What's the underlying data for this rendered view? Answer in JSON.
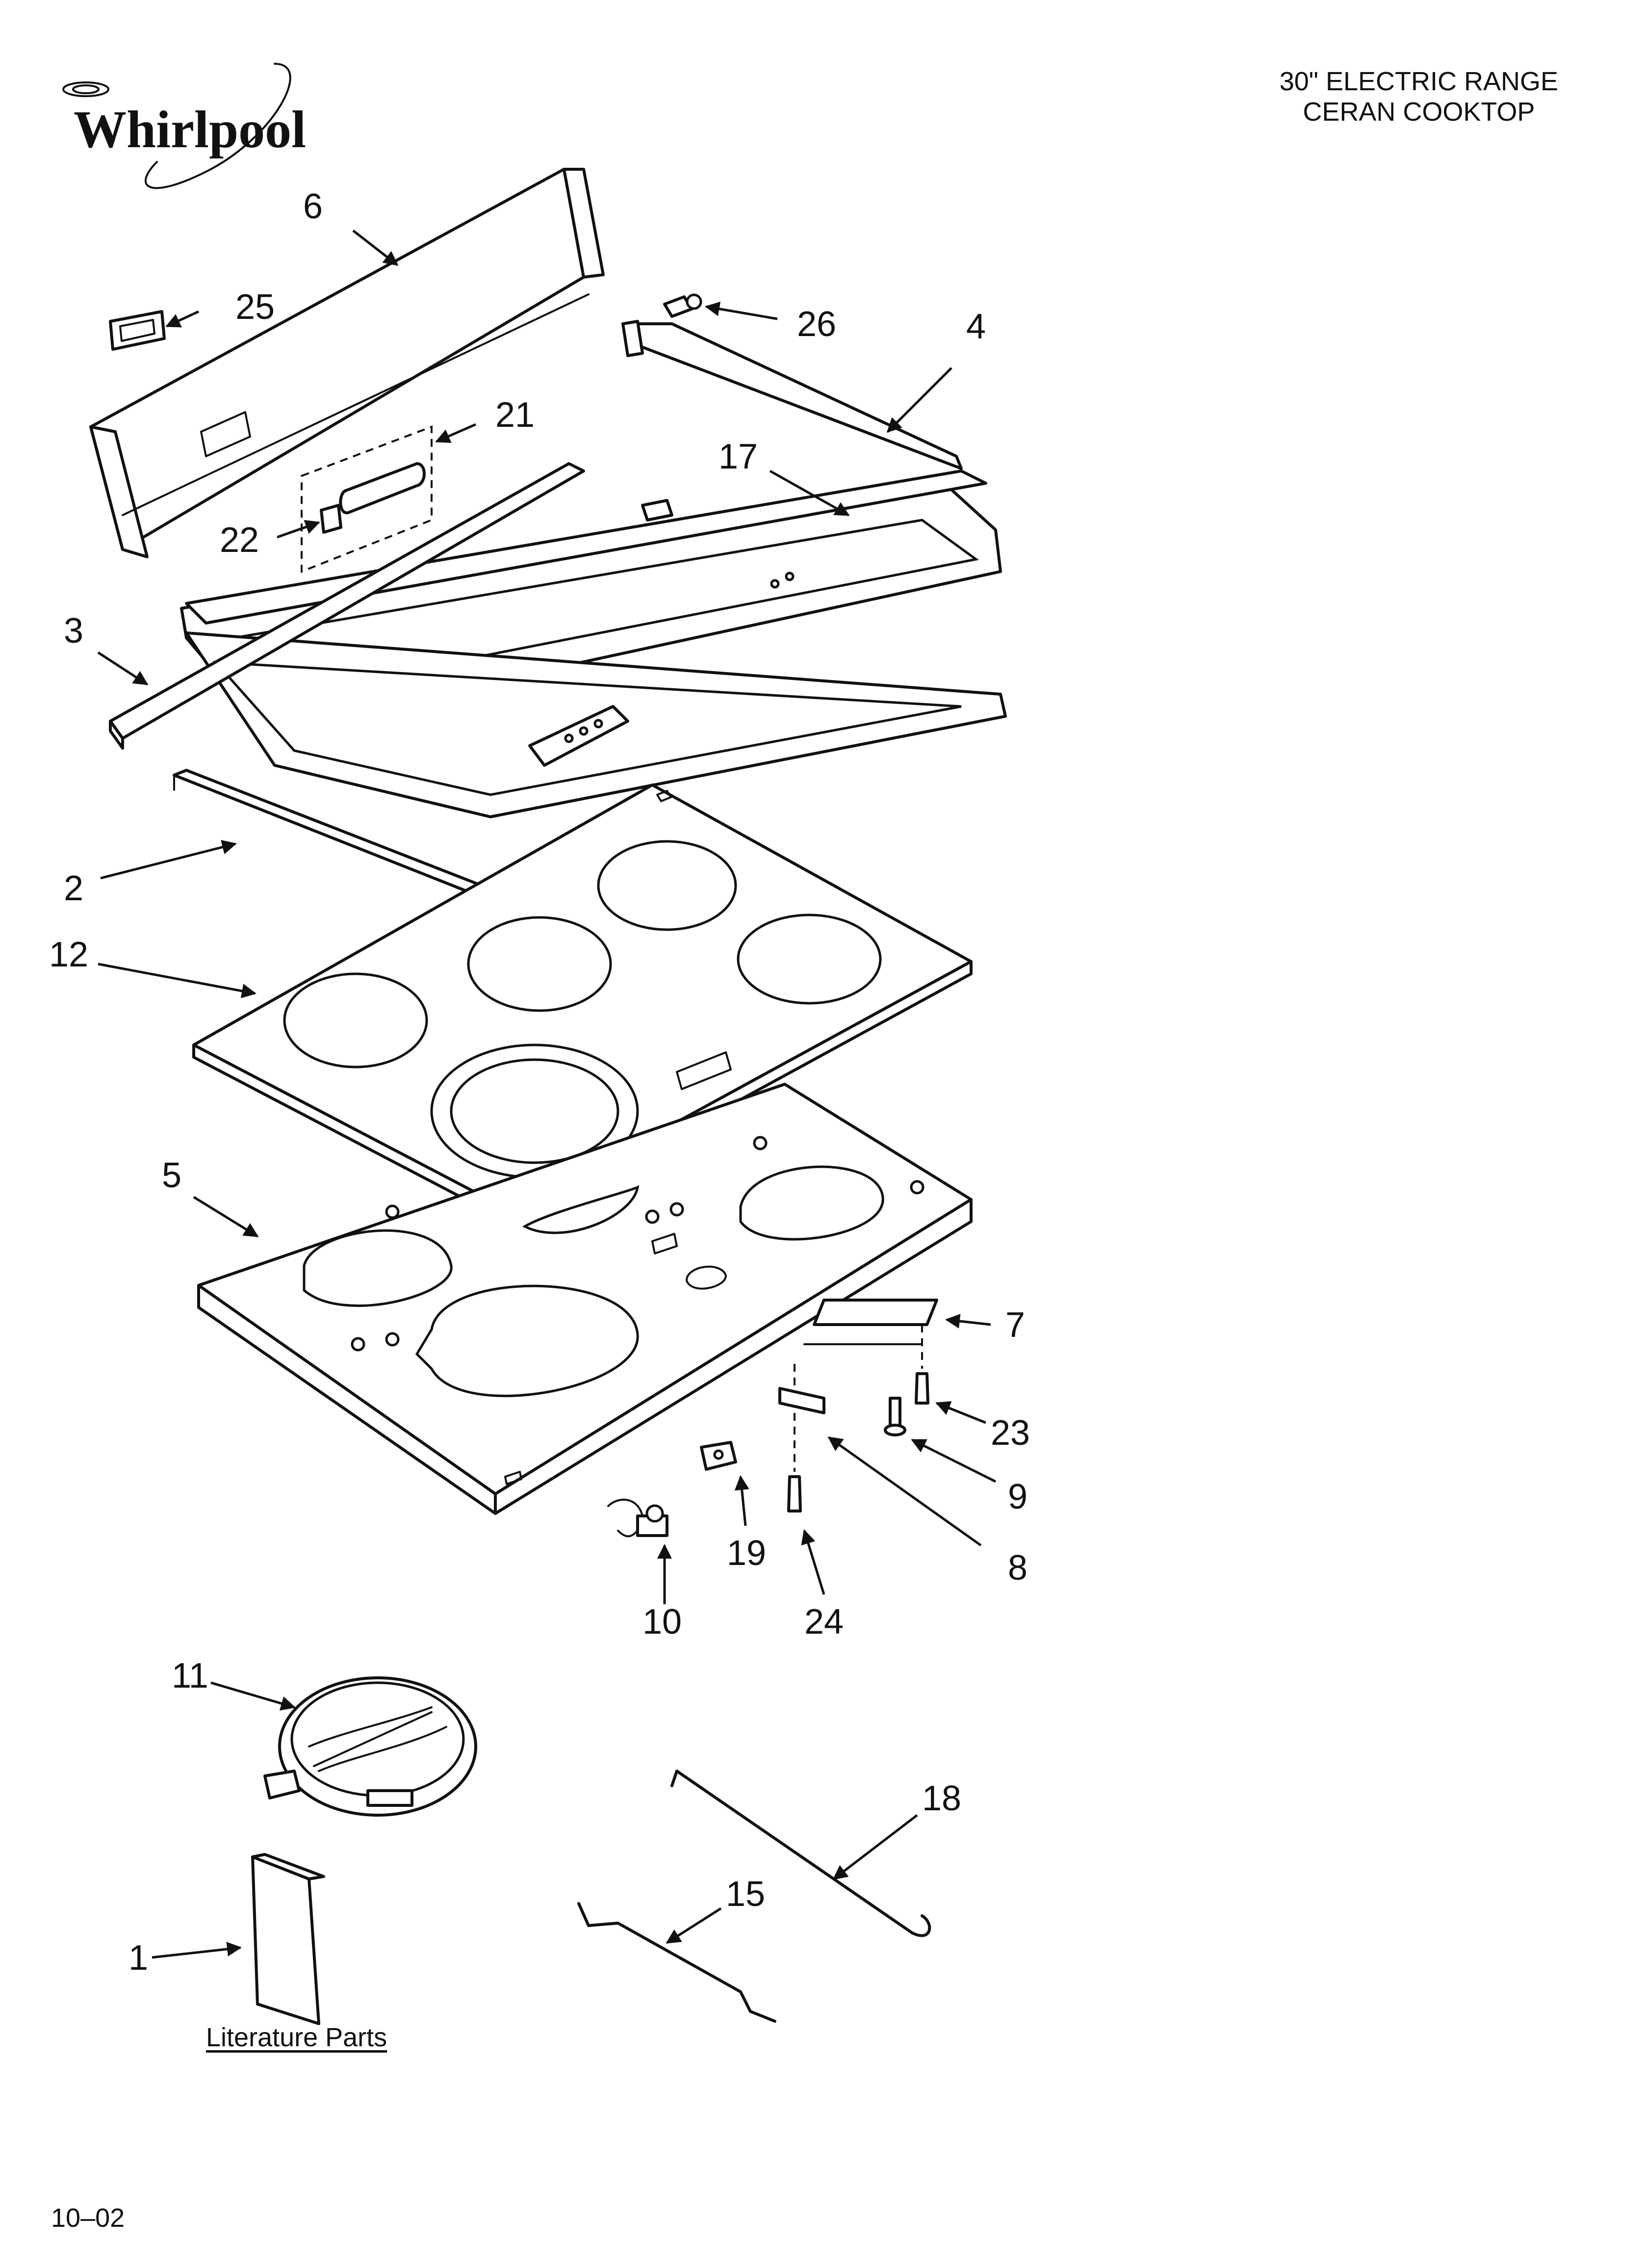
{
  "brand": {
    "logo_text": "Whirlpool"
  },
  "header": {
    "line1": "30\" ELECTRIC RANGE",
    "line2": "CERAN COOKTOP"
  },
  "footer": {
    "code": "10–02"
  },
  "literature_label": "Literature Parts",
  "callouts": [
    "1",
    "2",
    "3",
    "4",
    "5",
    "6",
    "7",
    "8",
    "9",
    "10",
    "11",
    "12",
    "15",
    "17",
    "18",
    "19",
    "21",
    "22",
    "23",
    "24",
    "25",
    "26"
  ]
}
